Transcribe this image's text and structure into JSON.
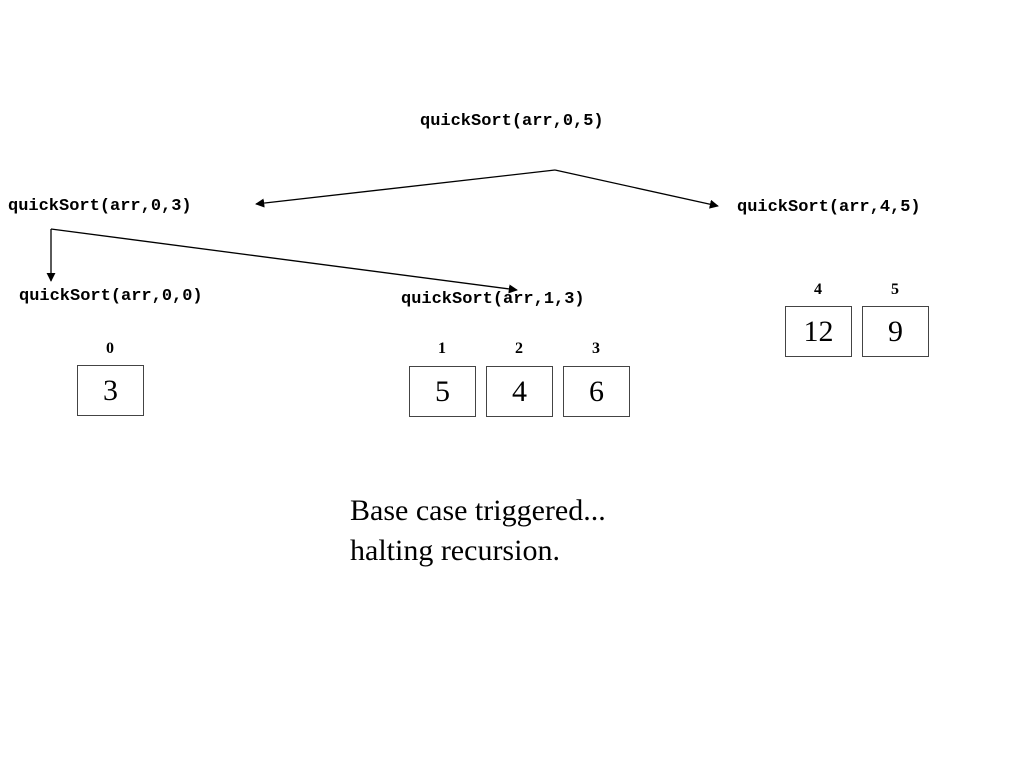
{
  "calls": {
    "root": "quickSort(arr,0,5)",
    "left": "quickSort(arr,0,3)",
    "right": "quickSort(arr,4,5)",
    "left_left": "quickSort(arr,0,0)",
    "left_right": "quickSort(arr,1,3)"
  },
  "arrays": {
    "a00": {
      "indices": [
        "0"
      ],
      "values": [
        "3"
      ]
    },
    "a13": {
      "indices": [
        "1",
        "2",
        "3"
      ],
      "values": [
        "5",
        "4",
        "6"
      ]
    },
    "a45": {
      "indices": [
        "4",
        "5"
      ],
      "values": [
        "12",
        "9"
      ]
    }
  },
  "message": {
    "line1": "Base case triggered...",
    "line2": "halting recursion."
  },
  "colors": {
    "line": "#000000",
    "cell_border": "#444444"
  }
}
